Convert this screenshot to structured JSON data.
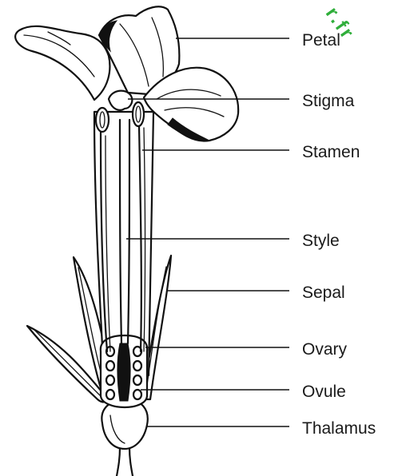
{
  "labels": {
    "petal": "Petal",
    "stigma": "Stigma",
    "stamen": "Stamen",
    "style": "Style",
    "sepal": "Sepal",
    "ovary": "Ovary",
    "ovule": "Ovule",
    "thalamus": "Thalamus"
  },
  "watermark": "r.fr",
  "colors": {
    "ink": "#111111",
    "watermark": "#2fae3a",
    "background": "#ffffff"
  }
}
